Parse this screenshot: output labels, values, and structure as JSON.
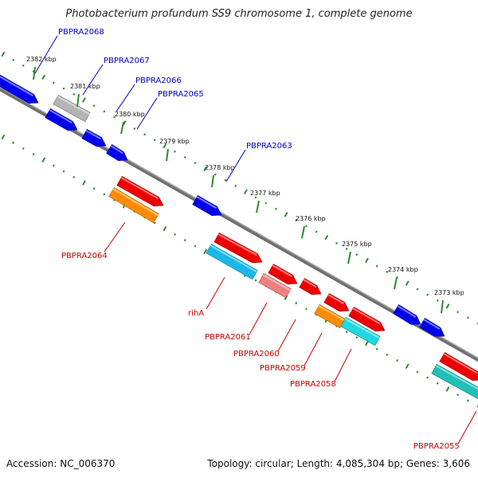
{
  "title": "Photobacterium profundum SS9 chromosome 1, complete genome",
  "footer": {
    "accession": "Accession: NC_006370",
    "topology": "Topology: circular; Length: 4,085,304 bp; Genes: 3,606"
  },
  "colors": {
    "backbone": "#707070",
    "tick": "#2e8b2e",
    "forward_label": "#0000cc",
    "reverse_label": "#cc0000"
  },
  "ruler": [
    {
      "label": "2382 kbp"
    },
    {
      "label": "2381 kbp"
    },
    {
      "label": "2380 kbp"
    },
    {
      "label": "2379 kbp"
    },
    {
      "label": "2378 kbp"
    },
    {
      "label": "2377 kbp"
    },
    {
      "label": "2376 kbp"
    },
    {
      "label": "2375 kbp"
    },
    {
      "label": "2374 kbp"
    },
    {
      "label": "2373 kbp"
    }
  ],
  "forward_labels": [
    {
      "text": "PBPRA2068"
    },
    {
      "text": "PBPRA2067"
    },
    {
      "text": "PBPRA2066"
    },
    {
      "text": "PBPRA2065"
    },
    {
      "text": "PBPRA2063"
    }
  ],
  "reverse_labels": [
    {
      "text": "PBPRA2064"
    },
    {
      "text": "rihA"
    },
    {
      "text": "PBPRA2061"
    },
    {
      "text": "PBPRA2060"
    },
    {
      "text": "PBPRA2059"
    },
    {
      "text": "PBPRA2058"
    },
    {
      "text": "PBPRA2055"
    }
  ],
  "features": [
    {
      "color": "#0000ee"
    },
    {
      "color": "#b4b4b4"
    },
    {
      "color": "#0000ee"
    },
    {
      "color": "#0000ee"
    },
    {
      "color": "#0000ee"
    },
    {
      "color": "#0000ee"
    },
    {
      "color": "#0000ee"
    },
    {
      "color": "#0000ee"
    },
    {
      "color": "#ee0000"
    },
    {
      "color": "#ff8c00"
    },
    {
      "color": "#ee0000"
    },
    {
      "color": "#1ab8e8"
    },
    {
      "color": "#ee0000"
    },
    {
      "color": "#f08080"
    },
    {
      "color": "#ee0000"
    },
    {
      "color": "#ee0000"
    },
    {
      "color": "#ff8c00"
    },
    {
      "color": "#ee0000"
    },
    {
      "color": "#20d8e0"
    },
    {
      "color": "#ee0000"
    },
    {
      "color": "#20c0b8"
    }
  ]
}
